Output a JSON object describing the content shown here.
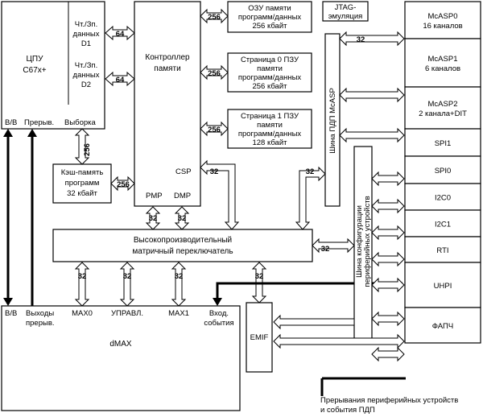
{
  "blocks": {
    "cpu": {
      "l1": "ЦПУ",
      "l2": "C67x+",
      "rw1": "Чт./Зп.",
      "rw1b": "данных",
      "rw1c": "D1",
      "rw2": "Чт./Зп.",
      "rw2b": "данных",
      "rw2c": "D2",
      "io": "В/В",
      "int": "Прерыв.",
      "fetch": "Выборка"
    },
    "memctrl": {
      "l1": "Контроллер",
      "l2": "памяти",
      "csp": "CSP",
      "pmp": "PMP",
      "dmp": "DMP"
    },
    "ram": {
      "l1": "ОЗУ памяти",
      "l2": "программ/данных",
      "l3": "256 кбайт"
    },
    "rom0": {
      "l1": "Страница 0 ПЗУ",
      "l2": "памяти",
      "l3": "программ/данных",
      "l4": "256 кбайт"
    },
    "rom1": {
      "l1": "Страница 1 ПЗУ",
      "l2": "памяти",
      "l3": "программ/данных",
      "l4": "128 кбайт"
    },
    "jtag": {
      "l1": "JTAG-",
      "l2": "эмуляция"
    },
    "cache": {
      "l1": "Кэш-память",
      "l2": "программ",
      "l3": "32 кбайт"
    },
    "switch": {
      "l1": "Высокопроизводительный",
      "l2": "матричный переключатель"
    },
    "dmax": {
      "name": "dMAX",
      "io": "В/В",
      "out1": "Выходы",
      "out2": "прерыв.",
      "max0": "MAX0",
      "ctrl": "УПРАВЛ.",
      "max1": "MAX1",
      "in1": "Вход.",
      "in2": "события"
    },
    "emif": {
      "name": "EMIF"
    },
    "mcasp_bus": "Шина ПДП McASP",
    "cfg_bus1": "Шина конфигурации",
    "cfg_bus2": "периферийных устройств",
    "footer1": "Прерывания периферийных устройств",
    "footer2": "и события ПДП"
  },
  "peripherals": [
    {
      "l1": "McASP0",
      "l2": "16 каналов"
    },
    {
      "l1": "McASP1",
      "l2": "6 каналов"
    },
    {
      "l1": "McASP2",
      "l2": "2 канала+DIT"
    },
    {
      "l1": "SPI1",
      "l2": ""
    },
    {
      "l1": "SPI0",
      "l2": ""
    },
    {
      "l1": "I2C0",
      "l2": ""
    },
    {
      "l1": "I2C1",
      "l2": ""
    },
    {
      "l1": "RTI",
      "l2": ""
    },
    {
      "l1": "UHPI",
      "l2": ""
    },
    {
      "l1": "ФАПЧ",
      "l2": ""
    }
  ],
  "widths": {
    "w64": "64",
    "w256": "256",
    "w32": "32"
  }
}
